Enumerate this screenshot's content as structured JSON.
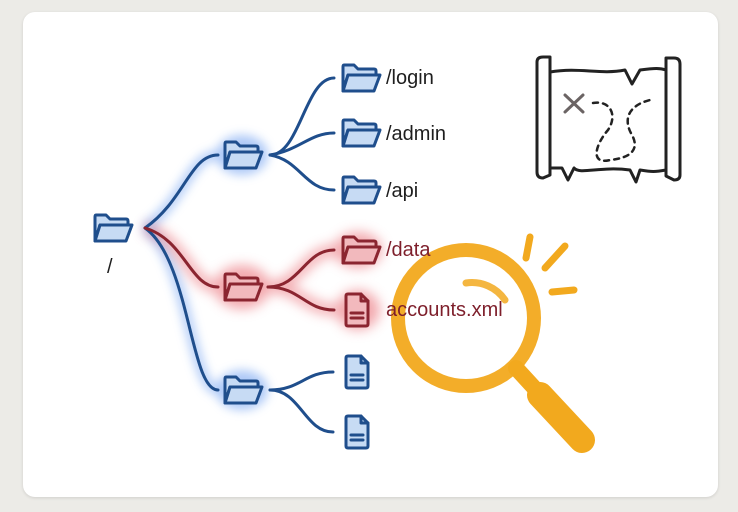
{
  "diagram": {
    "title": "Directory tree exploration",
    "colors": {
      "background": "#ecebe7",
      "card": "#ffffff",
      "blue_stroke": "#1f4e8c",
      "blue_fill": "#c7dbf4",
      "blue_glow": "#5a8fe6",
      "red_stroke": "#8b2530",
      "red_fill": "#f2b9bd",
      "red_glow": "#e6555f",
      "magnifier": "#f2a91e",
      "map_stroke": "#222222",
      "map_x": "#6b6464"
    },
    "root": {
      "label": "/",
      "icon": "folder-icon"
    },
    "branches": [
      {
        "name": "upper-folder",
        "highlighted": false,
        "children": [
          {
            "label": "/login",
            "icon": "folder-icon"
          },
          {
            "label": "/admin",
            "icon": "folder-icon"
          },
          {
            "label": "/api",
            "icon": "folder-icon"
          }
        ]
      },
      {
        "name": "highlighted-folder",
        "highlighted": true,
        "children": [
          {
            "label": "/data",
            "icon": "folder-icon"
          },
          {
            "label": "accounts.xml",
            "icon": "document-icon"
          }
        ]
      },
      {
        "name": "lower-folder",
        "highlighted": false,
        "children": [
          {
            "label": "",
            "icon": "document-icon"
          },
          {
            "label": "",
            "icon": "document-icon"
          }
        ]
      }
    ],
    "decorations": [
      {
        "name": "treasure-map-icon"
      },
      {
        "name": "magnifying-glass-icon"
      }
    ]
  }
}
